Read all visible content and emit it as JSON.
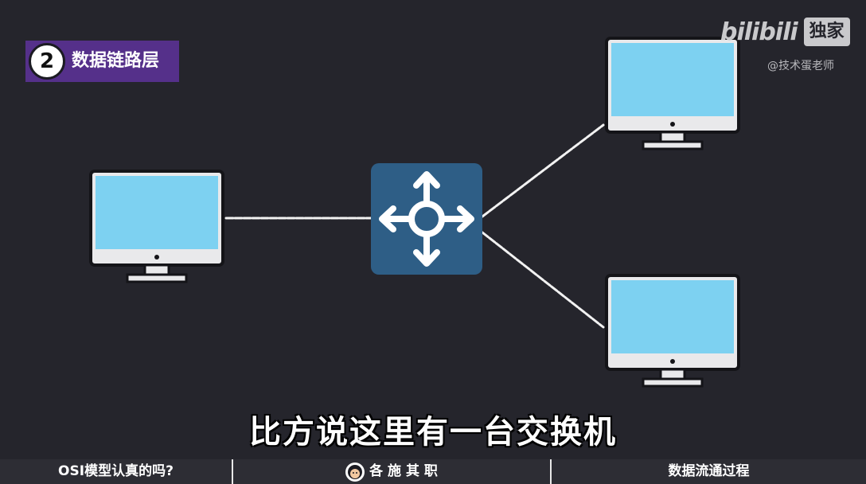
{
  "badge": {
    "number": "2",
    "label": "数据链路层"
  },
  "watermark": {
    "logo": "bilibili",
    "tag": "独家",
    "author": "@技术蛋老师"
  },
  "subtitle": "比方说这里有一台交换机",
  "chapters": [
    {
      "label": "OSI模型认真的吗?"
    },
    {
      "label": "各 施 其 职",
      "icon": "mascot-face-icon"
    },
    {
      "label": "数据流通过程"
    }
  ],
  "diagram": {
    "nodes": [
      {
        "type": "computer",
        "name": "left-computer"
      },
      {
        "type": "switch",
        "name": "switch",
        "icon": "four-way-arrows-icon"
      },
      {
        "type": "computer",
        "name": "top-right-computer"
      },
      {
        "type": "computer",
        "name": "bottom-right-computer"
      }
    ]
  },
  "colors": {
    "background": "#25252c",
    "badge": "#55308a",
    "switch": "#2e5e86",
    "screen": "#7dd1f1",
    "link": "#ffffff"
  }
}
